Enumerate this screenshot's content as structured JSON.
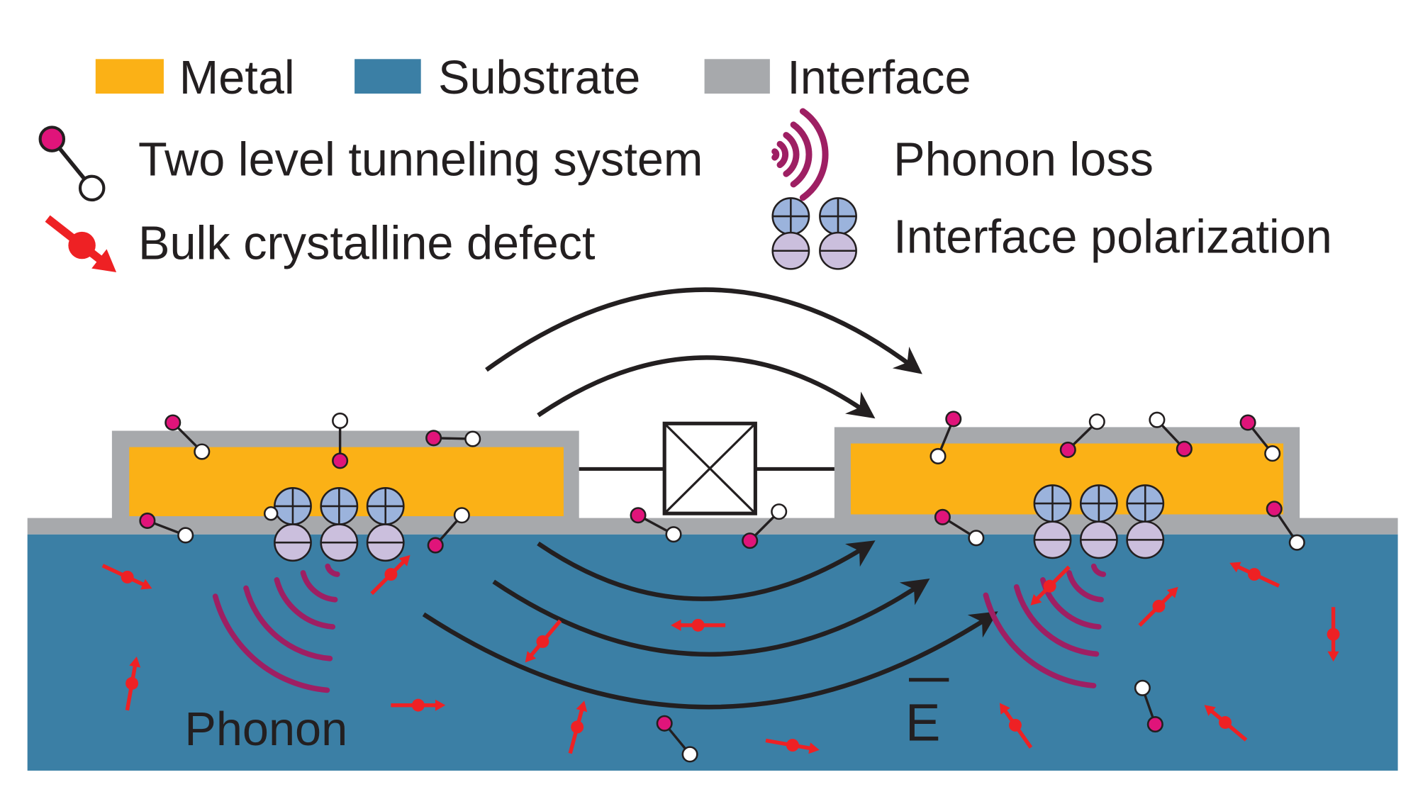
{
  "legend": {
    "metal": "Metal",
    "substrate": "Substrate",
    "interface": "Interface",
    "tls": "Two level tunneling system",
    "bulk_defect": "Bulk crystalline defect",
    "phonon_loss": "Phonon loss",
    "interface_polarization": "Interface polarization"
  },
  "diagram": {
    "phonon_label": "Phonon",
    "field_label": "E",
    "junction_icon": "josephson-junction-cross-box"
  },
  "colors": {
    "metal": "#FBB116",
    "substrate": "#3B7FA5",
    "interface": "#A7A9AC",
    "tls_excited": "#E0147A",
    "defect": "#EE2124",
    "phonon_loss": "#9E1F63",
    "polarization_plus": "#9BB3DC",
    "polarization_minus": "#CBBFDD",
    "field_lines": "#231F20"
  }
}
